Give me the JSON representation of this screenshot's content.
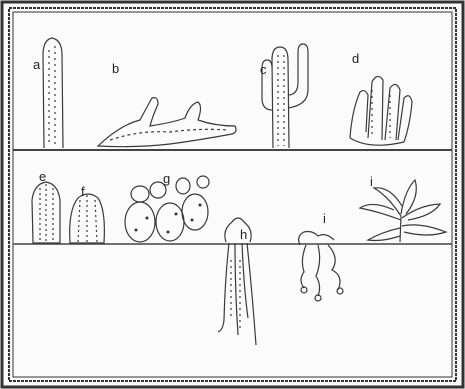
{
  "figure": {
    "labels": [
      {
        "id": "a",
        "text": "a"
      },
      {
        "id": "b",
        "text": "b"
      },
      {
        "id": "c",
        "text": "c"
      },
      {
        "id": "d",
        "text": "d"
      },
      {
        "id": "e",
        "text": "e"
      },
      {
        "id": "f",
        "text": "f"
      },
      {
        "id": "g",
        "text": "g"
      },
      {
        "id": "h",
        "text": "h"
      },
      {
        "id": "i1",
        "text": "i"
      },
      {
        "id": "i2",
        "text": "i"
      }
    ],
    "colors": {
      "frame": "#333333",
      "ink": "#3a3a3a",
      "paper": "#fbfbfb"
    }
  }
}
